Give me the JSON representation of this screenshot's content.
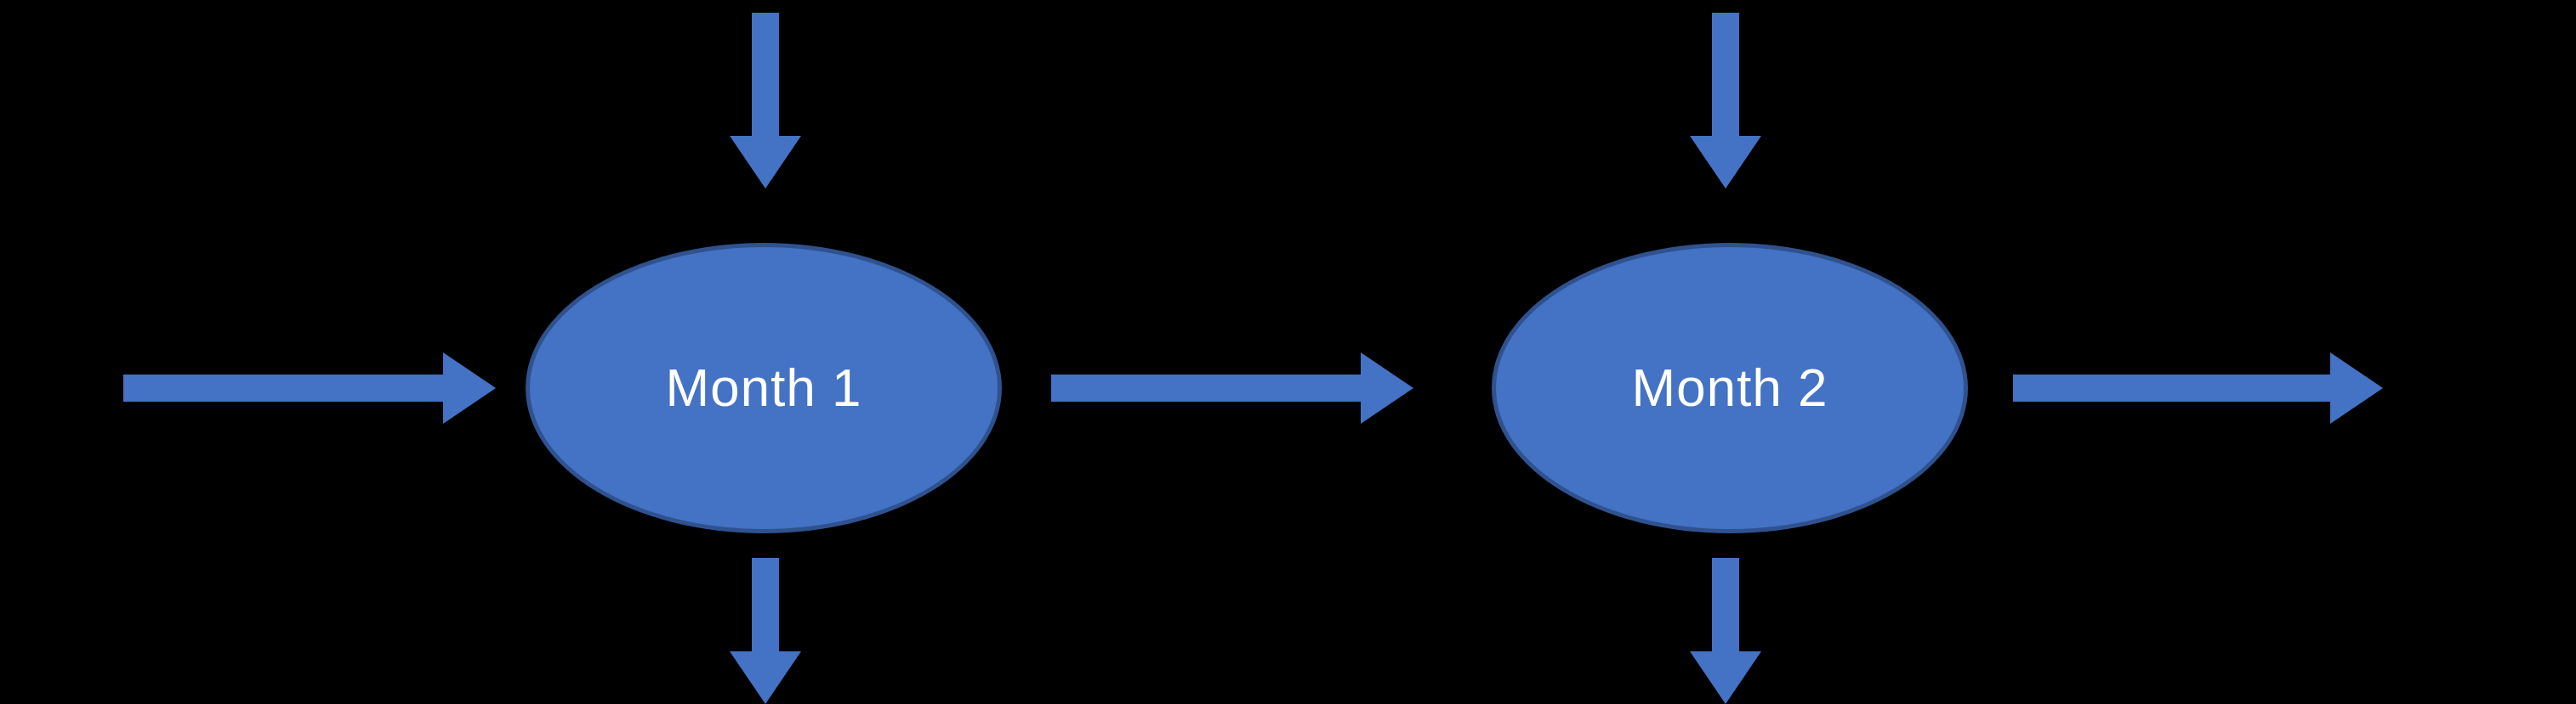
{
  "diagram": {
    "type": "flow",
    "background_color": "#000000",
    "node_fill_color": "#4472C4",
    "node_border_color": "#2F528F",
    "arrow_color": "#4472C4",
    "text_color": "#FFFFFF",
    "nodes": [
      {
        "label": "Month 1"
      },
      {
        "label": "Month 2"
      }
    ],
    "arrows": [
      {
        "name": "arrow-top-month1",
        "direction": "down",
        "target": "Month 1"
      },
      {
        "name": "arrow-bottom-month1",
        "direction": "down",
        "source": "Month 1"
      },
      {
        "name": "arrow-in-month1",
        "direction": "right",
        "target": "Month 1"
      },
      {
        "name": "arrow-month1-to-month2",
        "direction": "right",
        "source": "Month 1",
        "target": "Month 2"
      },
      {
        "name": "arrow-top-month2",
        "direction": "down",
        "target": "Month 2"
      },
      {
        "name": "arrow-bottom-month2",
        "direction": "down",
        "source": "Month 2"
      },
      {
        "name": "arrow-out-month2",
        "direction": "right",
        "source": "Month 2"
      }
    ]
  }
}
